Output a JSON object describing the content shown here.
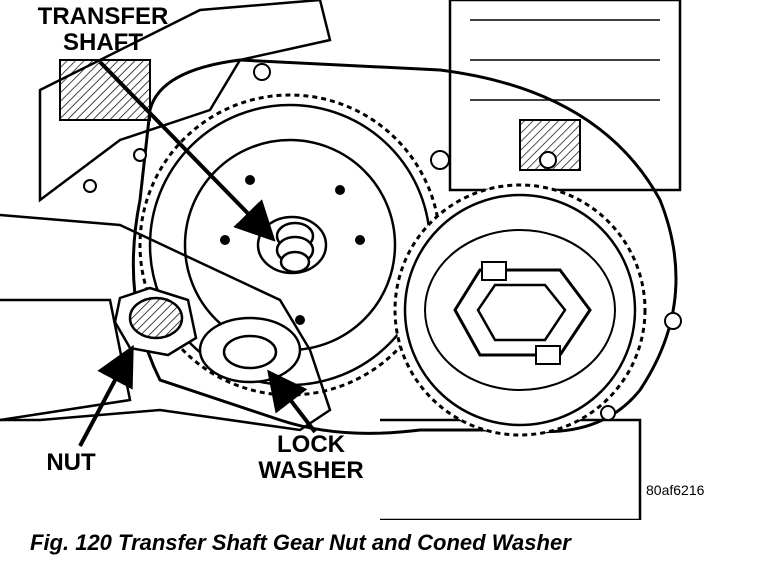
{
  "callouts": {
    "transfer_shaft": [
      "TRANSFER",
      "SHAFT"
    ],
    "nut": "NUT",
    "lock_washer": [
      "LOCK",
      "WASHER"
    ]
  },
  "figure_code": "80af6216",
  "caption": "Fig. 120 Transfer Shaft Gear Nut and Coned Washer",
  "colors": {
    "ink": "#000000",
    "paper": "#ffffff"
  }
}
